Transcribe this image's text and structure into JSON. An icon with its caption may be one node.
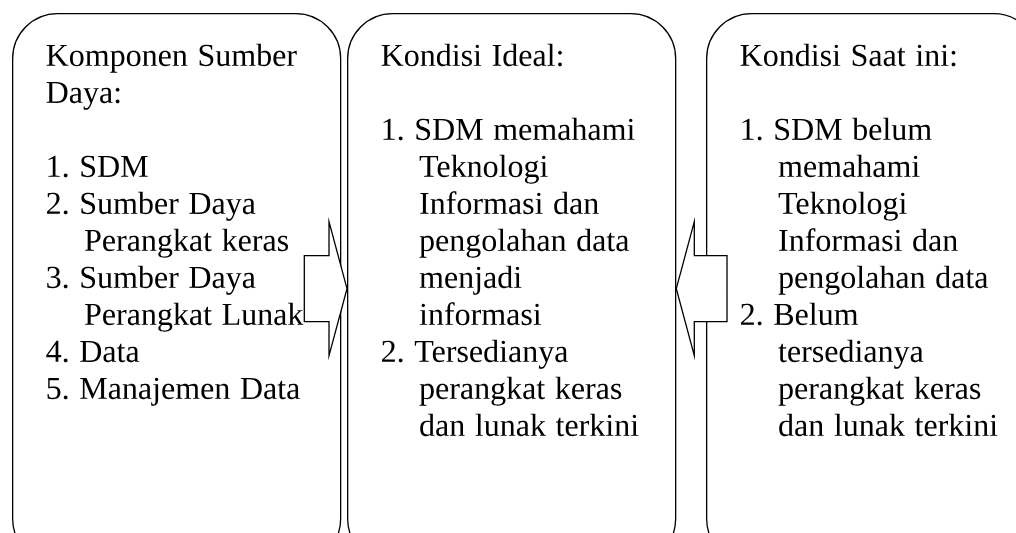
{
  "diagram": {
    "nodes": [
      {
        "text": [
          "Komponen Sumber Daya:",
          "1. SDM",
          "2. Sumber Daya Perangkat keras",
          "3. Sumber Daya Perangkat Lunak",
          "4. Data",
          "5. Manajemen Data"
        ]
      },
      {
        "text": [
          "Kondisi Ideal:",
          "1. SDM memahami Teknologi Informasi dan pengolahan data menjadi informasi",
          "2. Tersedianya perangkat keras dan lunak terkini"
        ]
      },
      {
        "text": [
          "Kondisi Saat ini:",
          "1. SDM belum memahami Teknologi Informasi dan pengolahan data",
          "2. Belum tersedianya perangkat keras dan lunak terkini"
        ]
      }
    ],
    "edges": [
      {
        "from": 0,
        "to": 1,
        "arrow": "to"
      },
      {
        "from": 2,
        "to": 1,
        "arrow": "to"
      }
    ]
  }
}
